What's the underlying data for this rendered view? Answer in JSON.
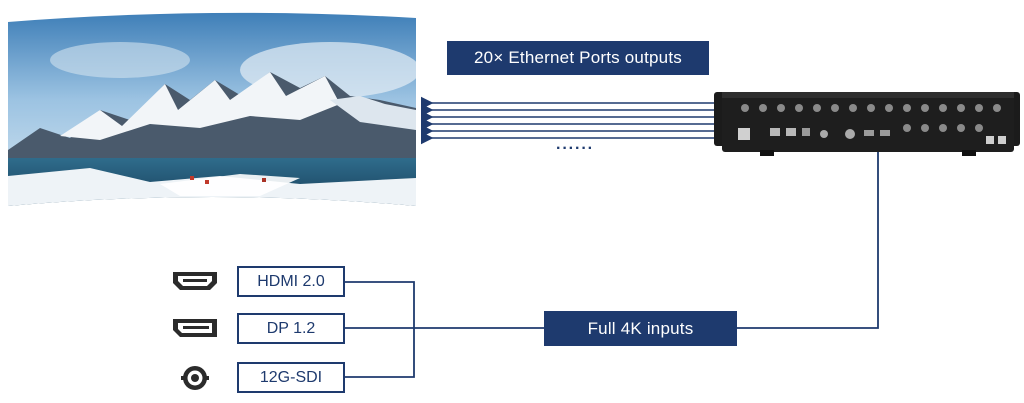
{
  "outputs_label": "20× Ethernet Ports outputs",
  "dots_label": "······",
  "inputs_label": "Full 4K inputs",
  "inputs": [
    {
      "label": "HDMI 2.0",
      "icon": "hdmi-connector-icon"
    },
    {
      "label": "DP 1.2",
      "icon": "displayport-connector-icon"
    },
    {
      "label": "12G-SDI",
      "icon": "bnc-connector-icon"
    }
  ],
  "colors": {
    "accent": "#1e3a6e",
    "line": "#1e3a6e"
  }
}
